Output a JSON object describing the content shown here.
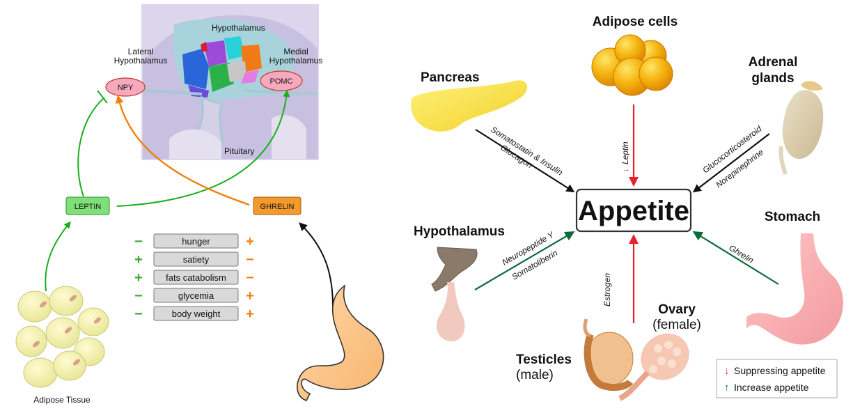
{
  "left_panel": {
    "brain": {
      "hypothalamus": "Hypothalamus",
      "lateral_hypothalamus": [
        "Lateral",
        "Hypothalamus"
      ],
      "medial_hypothalamus": [
        "Medial",
        "Hypothalamus"
      ],
      "pituitary": "Pituitary"
    },
    "nodes": {
      "npy": "NPY",
      "pomc": "POMC",
      "leptin": "LEPTIN",
      "ghrelin": "GHRELIN"
    },
    "adipose_label": "Adipose Tissue",
    "effects_table": [
      {
        "leptin_sign": "−",
        "label": "hunger",
        "ghrelin_sign": "+"
      },
      {
        "leptin_sign": "+",
        "label": "satiety",
        "ghrelin_sign": "−"
      },
      {
        "leptin_sign": "+",
        "label": "fats catabolism",
        "ghrelin_sign": "−"
      },
      {
        "leptin_sign": "−",
        "label": "glycemia",
        "ghrelin_sign": "+"
      },
      {
        "leptin_sign": "−",
        "label": "body weight",
        "ghrelin_sign": "+"
      }
    ]
  },
  "right_panel": {
    "center": "Appetite",
    "organs": {
      "adipose": "Adipose cells",
      "pancreas": "Pancreas",
      "adrenal": [
        "Adrenal",
        "glands"
      ],
      "stomach": "Stomach",
      "hypothalamus": "Hypothalamus",
      "testicles": "Testicles",
      "testicles_sub": "(male)",
      "ovary": "Ovary",
      "ovary_sub": "(female)"
    },
    "hormones": {
      "leptin": "Leptin",
      "somatostatin_insulin": "Somatostatin & Insulin",
      "glucagon": "Glucagon",
      "glucocorticosteroid": "Glucocorticosteroid",
      "norepinephrine": "Norepinephrine",
      "neuropeptide_y": "Neuropeptide Y",
      "somatoliberin": "Somatoliberin",
      "estrogen": "Estrogen",
      "ghrelin": "Ghrelin"
    },
    "legend": {
      "suppress": "Suppressing appetite",
      "increase": "Increase appetite"
    }
  },
  "colors": {
    "green_arrow": "#1aae1a",
    "orange_arrow": "#f0800a",
    "red_arrow": "#e8202a",
    "dark_green_arrow": "#0d6b3a",
    "npy_fill": "#f6a9bd",
    "leptin_fill": "#7fe07a",
    "ghrelin_fill": "#f39a2e",
    "appetite_border": "#333333"
  }
}
